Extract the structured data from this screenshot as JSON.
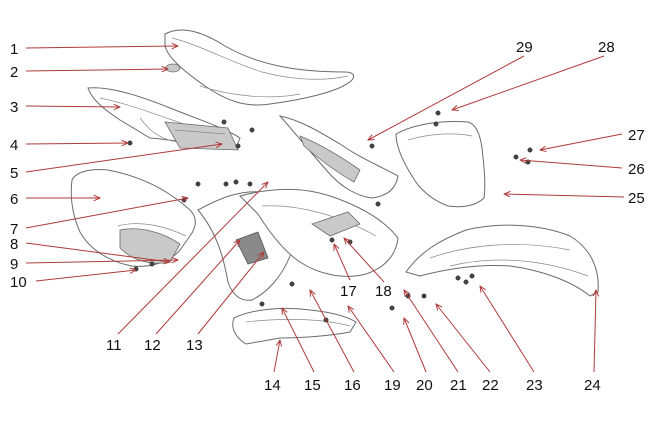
{
  "diagram": {
    "callouts": [
      "1",
      "2",
      "3",
      "4",
      "5",
      "6",
      "7",
      "8",
      "9",
      "10",
      "11",
      "12",
      "13",
      "14",
      "15",
      "16",
      "17",
      "18",
      "19",
      "20",
      "21",
      "22",
      "23",
      "24",
      "25",
      "26",
      "27",
      "28",
      "29"
    ]
  }
}
